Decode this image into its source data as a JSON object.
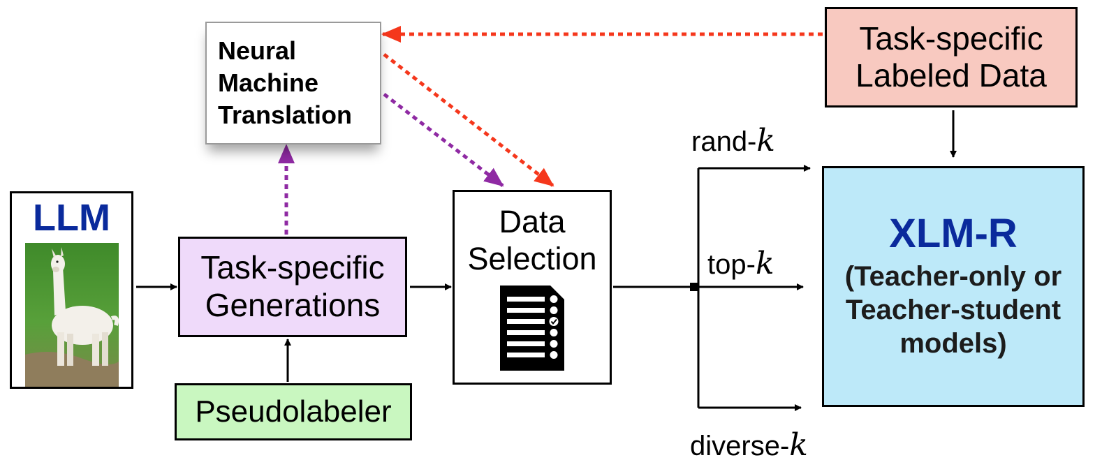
{
  "nodes": {
    "llm": {
      "title": "LLM",
      "image": "llama-photo"
    },
    "nmt": {
      "label": "Neural\nMachine\nTranslation"
    },
    "labeled_data": {
      "label": "Task-specific\nLabeled Data"
    },
    "generations": {
      "label": "Task-specific\nGenerations"
    },
    "pseudolabeler": {
      "label": "Pseudolabeler"
    },
    "data_selection": {
      "label": "Data\nSelection",
      "icon": "checklist-document-icon"
    },
    "xlmr": {
      "title": "XLM-R",
      "subtitle": "(Teacher-only or\nTeacher-student\nmodels)"
    }
  },
  "selection_strategies": [
    {
      "prefix": "rand-",
      "k": "k"
    },
    {
      "prefix": "top-",
      "k": "k"
    },
    {
      "prefix": "diverse-",
      "k": "k"
    }
  ],
  "colors": {
    "red_dotted": "#f5371c",
    "purple_dotted": "#8f2aa3",
    "title_blue": "#0a2a9c",
    "nmt_fill": "#ffffff",
    "labeled_fill": "#f8c9c0",
    "generations_fill": "#efdafa",
    "pseudolabeler_fill": "#c9f7c0",
    "xlmr_fill": "#bde9f9"
  }
}
